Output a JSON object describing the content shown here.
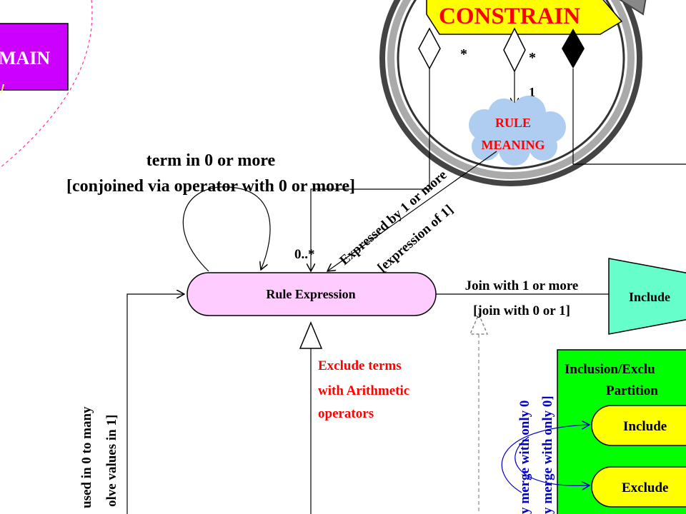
{
  "domain_box": {
    "label": "MAIN",
    "fill": "#cc00ff"
  },
  "constraint": {
    "label": "CONSTRAIN",
    "fill": "#ffff00",
    "label_color": "#ff0000"
  },
  "multiplicity": {
    "left_star": "*",
    "right_star": "*",
    "one": "1",
    "zero_many": "0..*"
  },
  "rule_meaning": {
    "line1": "RULE",
    "line2": "MEANING",
    "color": "#ff0000",
    "cloud_fill": "#aecdf0"
  },
  "term_label": {
    "line1": "term in 0 or more",
    "line2": "[conjoined via operator with 0 or more]"
  },
  "expressed_label": {
    "line1": "Expressed by 1 or more",
    "line2": "[expression of 1]"
  },
  "rule_expression": {
    "label": "Rule Expression",
    "fill": "#ffccff"
  },
  "join_label": {
    "line1": "Join with 1 or more",
    "line2": "[join with 0 or 1]"
  },
  "include_trap": {
    "label": "Include",
    "fill": "#66ffcc"
  },
  "exclude_terms": {
    "line1": "Exclude terms",
    "line2": "with Arithmetic",
    "line3": "operators",
    "color": "#ff0000"
  },
  "used_label": {
    "line1": "used in 0 to many",
    "line2": "olve values in 1]"
  },
  "merge_label": {
    "line1": "y merge with only 0",
    "line2": "y merge with only 0]",
    "color": "#0000cc"
  },
  "partition": {
    "line1": "Inclusion/Exclu",
    "line2": "Partition",
    "fill": "#00ff00"
  },
  "include_pill": {
    "label": "Include",
    "fill": "#ffff00"
  },
  "exclude_pill": {
    "label": "Exclude",
    "fill": "#ffff00"
  }
}
